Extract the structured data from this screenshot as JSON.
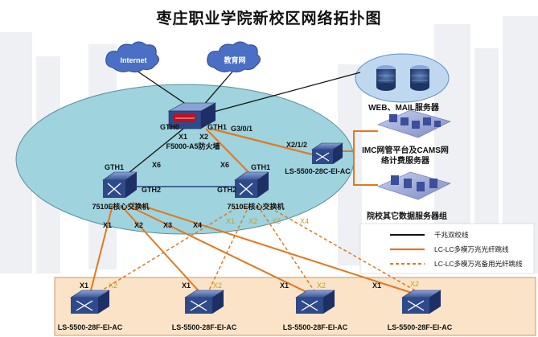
{
  "title": "枣庄职业学院新校区网络拓扑图",
  "clouds": {
    "internet": "Internet",
    "edu": "教育网"
  },
  "firewall": {
    "label": "F5000-A5防火墙",
    "port_left": "GTH0",
    "port_right": "GTH1",
    "x1": "X1",
    "x2": "X2"
  },
  "core": {
    "left": {
      "label": "7510E核心交换机",
      "port_top": "GTH1",
      "port_right": "GTH2",
      "x6": "X6"
    },
    "right": {
      "label": "7510E核心交换机",
      "port_top": "GTH1",
      "port_left": "GTH2",
      "x6": "X6"
    }
  },
  "agg": {
    "label": "LS-5500-28C-EI-AC",
    "port_fw": "G3/0/1",
    "port_srv": "X2/1/2"
  },
  "servers": {
    "web": "WEB、MAIL服务器",
    "imc_line1": "IMC网管平台及CAMS网",
    "imc_line2": "络计费服务器",
    "other": "院校其它数据服务器组"
  },
  "downlinks": {
    "left": [
      "X1",
      "X2",
      "X3",
      "X4"
    ],
    "right": [
      "X1",
      "X2",
      "X3",
      "X4"
    ]
  },
  "access": [
    {
      "label": "LS-5500-28F-EI-AC",
      "x1": "X1",
      "x2": "X2"
    },
    {
      "label": "LS-5500-28F-EI-AC",
      "x1": "X1",
      "x2": "X2"
    },
    {
      "label": "LS-5500-28F-EI-AC",
      "x1": "X1",
      "x2": "X2"
    },
    {
      "label": "LS-5500-28F-EI-AC",
      "x1": "X1",
      "x2": "X2"
    }
  ],
  "legend": {
    "copper": "千兆双绞线",
    "fiber_main": "LC-LC多模万兆光纤跳线",
    "fiber_backup": "LC-LC多模万兆备用光纤跳线"
  },
  "colors": {
    "fiber": "#e07820",
    "copper": "#111111",
    "cloud": "#4a6fc4",
    "ellipse": "#9fd3dd",
    "access_bg": "#fbe3c8",
    "switch": "#2f4a8a"
  }
}
